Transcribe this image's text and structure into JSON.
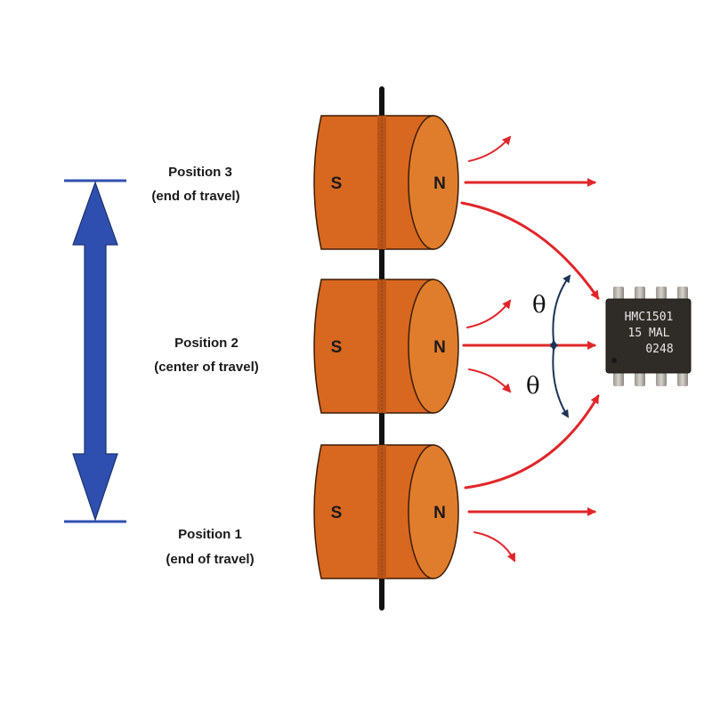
{
  "positions": [
    {
      "title": "Position 3",
      "subtitle": "(end of travel)"
    },
    {
      "title": "Position 2",
      "subtitle": "(center of travel)"
    },
    {
      "title": "Position 1",
      "subtitle": "(end of travel)"
    }
  ],
  "magnet": {
    "south_label": "S",
    "north_label": "N"
  },
  "angle_symbol": "θ",
  "sensor_chip": {
    "lines": [
      "HMC1501",
      "15 MAL",
      "0248"
    ]
  },
  "colors": {
    "magnet_body": "#d8671f",
    "magnet_face": "#e07d2c",
    "field_lines": "#e0262a",
    "travel_arrow": "#2f4fb0",
    "angle_arrows": "#1c3357",
    "chip_body": "#2f2b27",
    "shaft": "#111111"
  }
}
